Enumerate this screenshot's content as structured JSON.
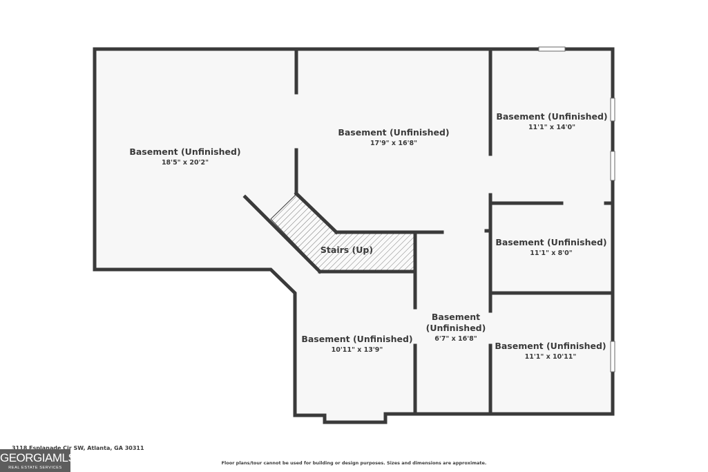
{
  "rooms": [
    {
      "name": "Basement (Unfinished)",
      "dimensions": "18'5\" x 20'2\""
    },
    {
      "name": "Basement (Unfinished)",
      "dimensions": "17'9\" x 16'8\""
    },
    {
      "name": "Basement (Unfinished)",
      "dimensions": "11'1\" x 14'0\""
    },
    {
      "name": "Basement (Unfinished)",
      "dimensions": "11'1\" x 8'0\""
    },
    {
      "name_line1": "Basement",
      "name_line2": "(Unfinished)",
      "dimensions": "6'7\" x 16'8\""
    },
    {
      "name": "Basement (Unfinished)",
      "dimensions": "10'11\" x 13'9\""
    },
    {
      "name": "Basement (Unfinished)",
      "dimensions": "11'1\" x 10'11\""
    }
  ],
  "stairs": {
    "label": "Stairs (Up)"
  },
  "footer": {
    "address": "3118 Esplanade Cir SW, Atlanta, GA 30311",
    "disclaimer": "Floor plans/tour cannot be used for building or design purposes. Sizes and dimensions are approximate.",
    "logo_main": "GEORGIAMLS",
    "logo_sub": "REAL ESTATE SERVICES"
  }
}
